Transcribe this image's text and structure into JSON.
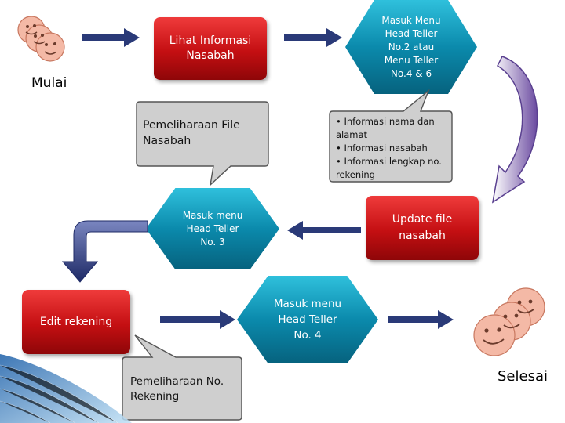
{
  "start_label": "Mulai",
  "end_label": "Selesai",
  "boxes": {
    "lihat_informasi": "Lihat Informasi Nasabah",
    "masuk_menu_top": "Masuk Menu Head Teller No.2 atau Menu Teller No.4 & 6",
    "informasi_list": [
      "• Informasi nama dan alamat",
      "• Informasi nasabah",
      "• Informasi lengkap no. rekening"
    ],
    "pemeliharaan_file": "Pemeliharaan File Nasabah",
    "update_file": "Update file nasabah",
    "masuk_menu_3": "Masuk menu Head Teller No. 3",
    "edit_rekening": "Edit rekening",
    "masuk_menu_4": "Masuk menu Head Teller No. 4",
    "pemeliharaan_no": "Pemeliharaan No. Rekening"
  },
  "colors": {
    "red": "#c40f12",
    "teal": "#0b8aac",
    "navy_arrow": "#2a3a78",
    "face": "#f4b9a6"
  },
  "icons": [
    "smiley-group-icon",
    "right-arrow-icon",
    "left-arrow-icon",
    "curved-arrow-icon",
    "down-curved-arrow-icon"
  ]
}
